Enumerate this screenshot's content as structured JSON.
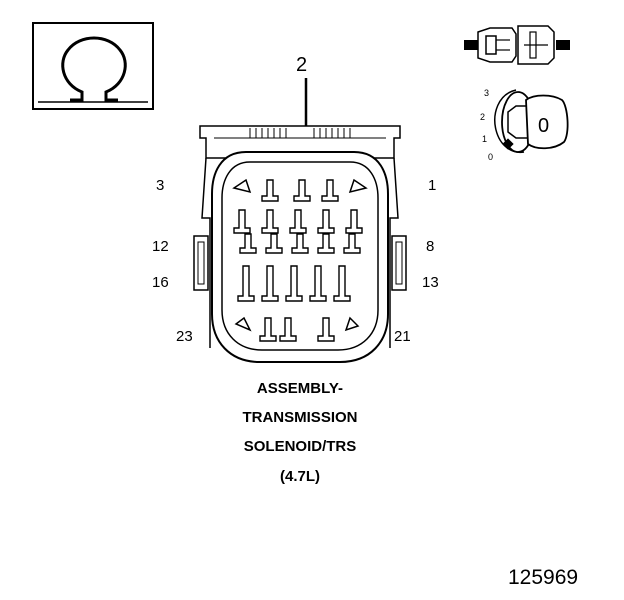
{
  "callout": "2",
  "pin_labels": {
    "p3": "3",
    "p1": "1",
    "p12": "12",
    "p8": "8",
    "p16": "16",
    "p13": "13",
    "p23": "23",
    "p21": "21"
  },
  "caption": {
    "line1": "ASSEMBLY-",
    "line2": "TRANSMISSION",
    "line3": "SOLENOID/TRS",
    "line4": "(4.7L)"
  },
  "figure_number": "125969",
  "ohm_symbol": "ohm-icon",
  "ignition_key": {
    "positions": [
      "3",
      "2",
      "1",
      "0"
    ],
    "key_label": "0"
  },
  "icons": [
    "ohm-icon",
    "connector-icon",
    "ignition-key-icon",
    "connector-face-icon",
    "arrow-down-icon"
  ]
}
